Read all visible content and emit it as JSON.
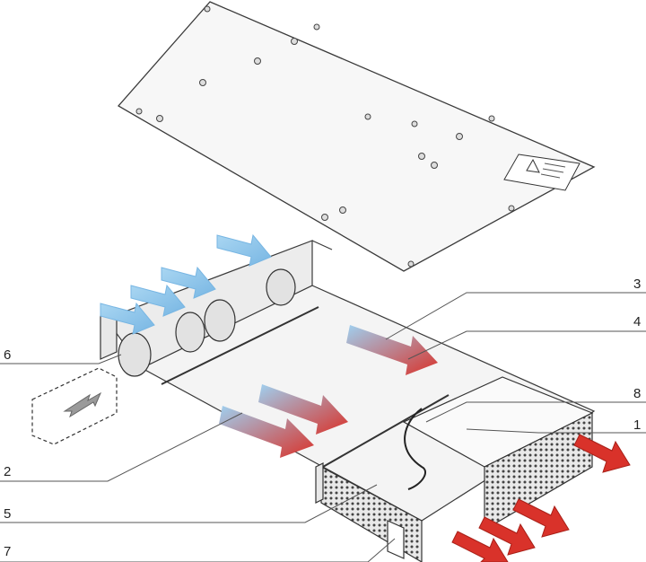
{
  "callouts": {
    "c1": "1",
    "c2": "2",
    "c3": "3",
    "c4": "4",
    "c5": "5",
    "c6": "6",
    "c7": "7",
    "c8": "8"
  },
  "colors": {
    "airflow_cool": "#8fc6ea",
    "airflow_hot": "#d9322a",
    "chassis_fill": "#f2f2f2",
    "line": "#3a3a3a"
  },
  "icons": [
    "warning-label-icon",
    "double-arrow-icon",
    "airflow-arrow-icon",
    "exhaust-arrow-icon"
  ]
}
